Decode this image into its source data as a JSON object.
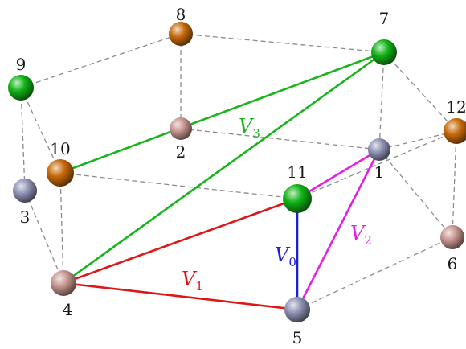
{
  "colors": {
    "background": "#ffffff",
    "edge": "#8c8c8c",
    "orange": "#c76a0a",
    "green": "#12b316",
    "gray_blue": "#8f92b3",
    "pink": "#c7958f",
    "V0": "#1a21d6",
    "V1": "#e01616",
    "V2": "#e81ce8",
    "V3": "#17b51b"
  },
  "nodes": [
    {
      "id": "1",
      "label": "1",
      "color": "gray_blue"
    },
    {
      "id": "2",
      "label": "2",
      "color": "pink"
    },
    {
      "id": "3",
      "label": "3",
      "color": "gray_blue"
    },
    {
      "id": "4",
      "label": "4",
      "color": "pink"
    },
    {
      "id": "5",
      "label": "5",
      "color": "gray_blue"
    },
    {
      "id": "6",
      "label": "6",
      "color": "pink"
    },
    {
      "id": "7",
      "label": "7",
      "color": "green"
    },
    {
      "id": "8",
      "label": "8",
      "color": "orange"
    },
    {
      "id": "9",
      "label": "9",
      "color": "green"
    },
    {
      "id": "10",
      "label": "10",
      "color": "orange"
    },
    {
      "id": "11",
      "label": "11",
      "color": "green"
    },
    {
      "id": "12",
      "label": "12",
      "color": "orange"
    }
  ],
  "edges": [
    [
      "9",
      "8"
    ],
    [
      "8",
      "7"
    ],
    [
      "7",
      "12"
    ],
    [
      "9",
      "3"
    ],
    [
      "9",
      "10"
    ],
    [
      "8",
      "2"
    ],
    [
      "7",
      "1"
    ],
    [
      "2",
      "1"
    ],
    [
      "1",
      "12"
    ],
    [
      "12",
      "6"
    ],
    [
      "3",
      "4"
    ],
    [
      "10",
      "4"
    ],
    [
      "10",
      "11"
    ],
    [
      "4",
      "5"
    ],
    [
      "5",
      "6"
    ],
    [
      "1",
      "6"
    ],
    [
      "11",
      "12"
    ]
  ],
  "vectors": [
    {
      "id": "V0",
      "symbol": "V",
      "subscript": "0",
      "color": "V0",
      "segments": [
        [
          "11",
          "5"
        ]
      ]
    },
    {
      "id": "V1",
      "symbol": "V",
      "subscript": "1",
      "color": "V1",
      "segments": [
        [
          "4",
          "5"
        ],
        [
          "4",
          "11"
        ]
      ]
    },
    {
      "id": "V2",
      "symbol": "V",
      "subscript": "2",
      "color": "V2",
      "segments": [
        [
          "5",
          "1"
        ],
        [
          "11",
          "1"
        ]
      ]
    },
    {
      "id": "V3",
      "symbol": "V",
      "subscript": "3",
      "color": "V3",
      "segments": [
        [
          "4",
          "7"
        ],
        [
          "10",
          "7"
        ]
      ]
    }
  ]
}
